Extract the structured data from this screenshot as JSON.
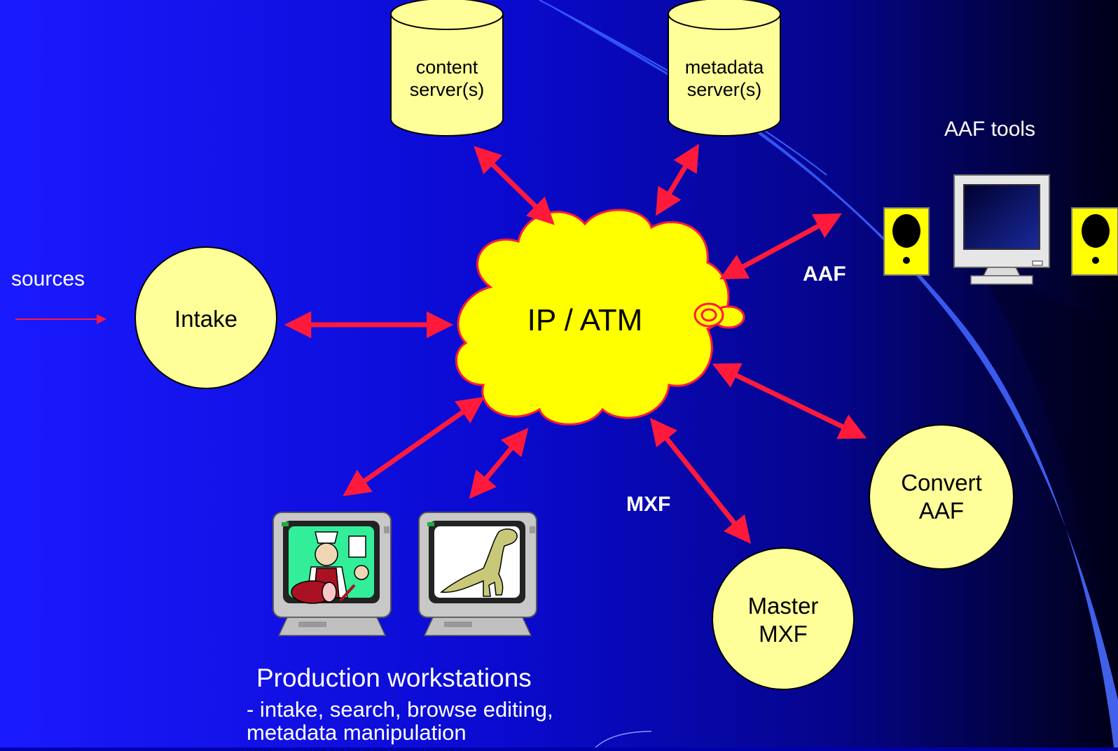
{
  "labels": {
    "sources": "sources",
    "aaf_tools": "AAF tools",
    "aaf_link": "AAF",
    "mxf_link": "MXF",
    "production_title": "Production workstations",
    "production_desc_line1": "- intake, search, browse editing,",
    "production_desc_line2": "metadata manipulation"
  },
  "nodes": {
    "content_server": {
      "line1": "content",
      "line2": "server(s)"
    },
    "metadata_server": {
      "line1": "metadata",
      "line2": "server(s)"
    },
    "intake": {
      "label": "Intake"
    },
    "network": {
      "label": "IP / ATM"
    },
    "convert": {
      "line1": "Convert",
      "line2": "AAF"
    },
    "master": {
      "line1": "Master",
      "line2": "MXF"
    }
  },
  "colors": {
    "background_blue": "#1111ee",
    "background_dark": "#000022",
    "node_fill": "#ffff99",
    "cloud_fill": "#ffff00",
    "arrow_red": "#ff1a3c",
    "speaker_yellow": "#ffff00",
    "monitor_gray": "#c8c8c8"
  },
  "icons": {
    "monitor": "monitor-icon",
    "speaker": "speaker-icon",
    "butcher_workstation": "butcher-workstation-icon",
    "dinosaur_workstation": "dinosaur-workstation-icon"
  }
}
